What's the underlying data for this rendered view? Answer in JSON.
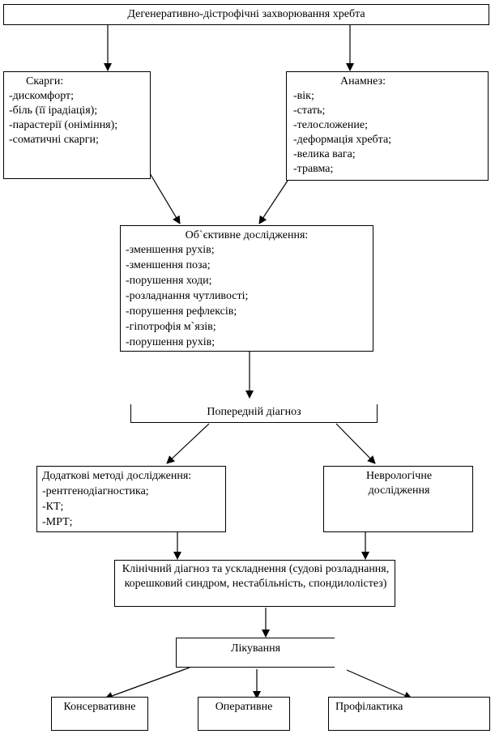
{
  "title": "Дегенеративно-дістрофічні захворювання хребта",
  "complaints": {
    "heading": "Скарги:",
    "items": [
      "-дискомфорт;",
      "-біль (її ірадіація);",
      "-парастерії (оніміння);",
      "-соматичні скарги;"
    ]
  },
  "anamnesis": {
    "heading": "Анамнез:",
    "items": [
      "-вік;",
      "-стать;",
      "-телосложение;",
      "-деформація хребта;",
      "-велика вага;",
      "-травма;"
    ]
  },
  "objective": {
    "heading": "Об`єктивне  дослідження:",
    "items": [
      "-зменшення рухів;",
      "-зменшення поза;",
      "-порушення ходи;",
      "-розладнання чутливості;",
      "-порушення рефлексів;",
      "-гіпотрофія м`язів;",
      "-порушення рухів;"
    ]
  },
  "preliminary": "Попередній діагноз",
  "additional": {
    "heading": "Додаткові методі дослідження:",
    "items": [
      "-рентгенодіагностика;",
      "-КТ;",
      "-МРТ;"
    ]
  },
  "neuro": "Неврологічне дослідження",
  "clinical": "Клінічний  діагноз та ускладнення (судові  розладнання, корешковий синдром, нестабільність, спондилолістез)",
  "treatment": "Лікування",
  "outcomes": [
    "Консервативне",
    "Оперативне",
    "Профілактика"
  ]
}
